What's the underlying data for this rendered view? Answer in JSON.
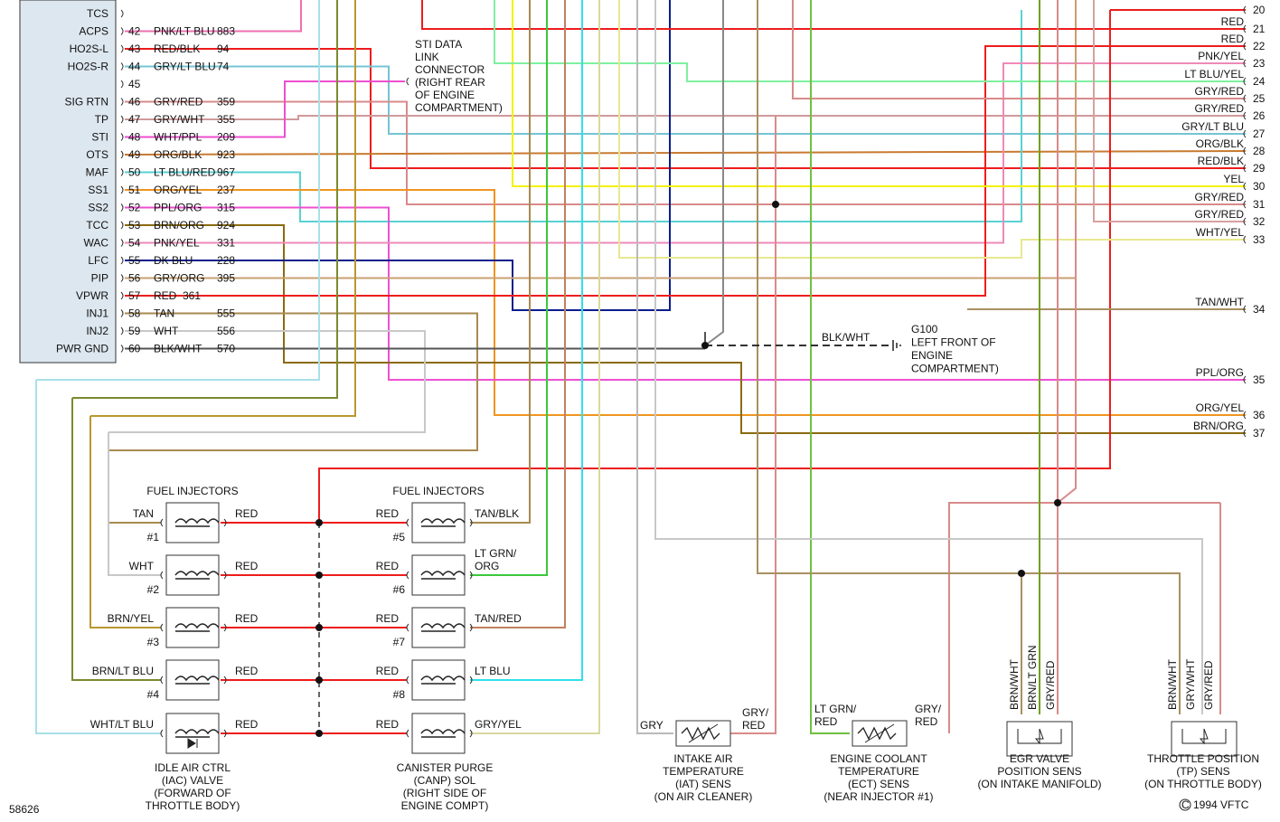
{
  "pcm_pins": [
    {
      "name": "TCS",
      "pin": "",
      "color": "",
      "circuit": ""
    },
    {
      "name": "ACPS",
      "pin": "42",
      "color": "PNK/LT BLU",
      "circuit": "883"
    },
    {
      "name": "HO2S-L",
      "pin": "43",
      "color": "RED/BLK",
      "circuit": "94"
    },
    {
      "name": "HO2S-R",
      "pin": "44",
      "color": "GRY/LT BLU",
      "circuit": "74"
    },
    {
      "name": "",
      "pin": "45",
      "color": "",
      "circuit": ""
    },
    {
      "name": "SIG RTN",
      "pin": "46",
      "color": "GRY/RED",
      "circuit": "359"
    },
    {
      "name": "TP",
      "pin": "47",
      "color": "GRY/WHT",
      "circuit": "355"
    },
    {
      "name": "STI",
      "pin": "48",
      "color": "WHT/PPL",
      "circuit": "209"
    },
    {
      "name": "OTS",
      "pin": "49",
      "color": "ORG/BLK",
      "circuit": "923"
    },
    {
      "name": "MAF",
      "pin": "50",
      "color": "LT BLU/RED",
      "circuit": "967"
    },
    {
      "name": "SS1",
      "pin": "51",
      "color": "ORG/YEL",
      "circuit": "237"
    },
    {
      "name": "SS2",
      "pin": "52",
      "color": "PPL/ORG",
      "circuit": "315"
    },
    {
      "name": "TCC",
      "pin": "53",
      "color": "BRN/ORG",
      "circuit": "924"
    },
    {
      "name": "WAC",
      "pin": "54",
      "color": "PNK/YEL",
      "circuit": "331"
    },
    {
      "name": "LFC",
      "pin": "55",
      "color": "DK BLU",
      "circuit": "228"
    },
    {
      "name": "PIP",
      "pin": "56",
      "color": "GRY/ORG",
      "circuit": "395"
    },
    {
      "name": "VPWR",
      "pin": "57",
      "color": "RED",
      "circuit": "361"
    },
    {
      "name": "INJ1",
      "pin": "58",
      "color": "TAN",
      "circuit": "555"
    },
    {
      "name": "INJ2",
      "pin": "59",
      "color": "WHT",
      "circuit": "556"
    },
    {
      "name": "PWR GND",
      "pin": "60",
      "color": "BLK/WHT",
      "circuit": "570"
    }
  ],
  "connector_pins": [
    {
      "pin": "20",
      "color": ""
    },
    {
      "pin": "21",
      "color": "RED"
    },
    {
      "pin": "22",
      "color": "RED"
    },
    {
      "pin": "23",
      "color": "PNK/YEL"
    },
    {
      "pin": "24",
      "color": "LT BLU/YEL"
    },
    {
      "pin": "25",
      "color": "GRY/RED"
    },
    {
      "pin": "26",
      "color": "GRY/RED"
    },
    {
      "pin": "27",
      "color": "GRY/LT BLU"
    },
    {
      "pin": "28",
      "color": "ORG/BLK"
    },
    {
      "pin": "29",
      "color": "RED/BLK"
    },
    {
      "pin": "30",
      "color": "YEL"
    },
    {
      "pin": "31",
      "color": "GRY/RED"
    },
    {
      "pin": "32",
      "color": "GRY/RED"
    },
    {
      "pin": "33",
      "color": "WHT/YEL"
    },
    {
      "pin": "34",
      "color": "TAN/WHT"
    },
    {
      "pin": "35",
      "color": "PPL/ORG"
    },
    {
      "pin": "36",
      "color": "ORG/YEL"
    },
    {
      "pin": "37",
      "color": "BRN/ORG"
    }
  ],
  "sti_connector": [
    "STI DATA",
    "LINK",
    "CONNECTOR",
    "(RIGHT REAR",
    "OF ENGINE",
    "COMPARTMENT)"
  ],
  "ground": {
    "wire": "BLK/WHT",
    "lines": [
      "G100",
      "LEFT FRONT OF",
      "ENGINE",
      "COMPARTMENT)"
    ]
  },
  "injectors_left": {
    "title": "FUEL INJECTORS",
    "items": [
      {
        "wire": "TAN",
        "num": "#1",
        "feed": "RED"
      },
      {
        "wire": "WHT",
        "num": "#2",
        "feed": "RED"
      },
      {
        "wire": "BRN/YEL",
        "num": "#3",
        "feed": "RED"
      },
      {
        "wire": "BRN/LT BLU",
        "num": "#4",
        "feed": "RED"
      },
      {
        "wire": "WHT/LT BLU",
        "num": "",
        "feed": "RED"
      }
    ]
  },
  "injectors_right": {
    "title": "FUEL INJECTORS",
    "items": [
      {
        "wire": "TAN/BLK",
        "num": "#5",
        "feed": "RED"
      },
      {
        "wire": "LT GRN/",
        "wire2": "ORG",
        "num": "#6",
        "feed": "RED"
      },
      {
        "wire": "TAN/RED",
        "num": "#7",
        "feed": "RED"
      },
      {
        "wire": "LT BLU",
        "num": "#8",
        "feed": "RED"
      },
      {
        "wire": "GRY/YEL",
        "num": "",
        "feed": "RED"
      }
    ]
  },
  "iac_label": [
    "IDLE AIR CTRL",
    "(IAC) VALVE",
    "(FORWARD OF",
    "THROTTLE BODY)"
  ],
  "canp_label": [
    "CANISTER PURGE",
    "(CANP) SOL",
    "(RIGHT SIDE OF",
    "ENGINE COMPT)"
  ],
  "iat": {
    "left_wire": "GRY",
    "right_wire": [
      "GRY/",
      "RED"
    ],
    "label": [
      "INTAKE AIR",
      "TEMPERATURE",
      "(IAT) SENS",
      "(ON AIR CLEANER)"
    ]
  },
  "ect": {
    "left_wire": [
      "LT GRN/",
      "RED"
    ],
    "right_wire": [
      "GRY/",
      "RED"
    ],
    "label": [
      "ENGINE COOLANT",
      "TEMPERATURE",
      "(ECT) SENS",
      "(NEAR INJECTOR #1)"
    ]
  },
  "egr": {
    "wires": [
      "BRN/WHT",
      "BRN/LT GRN",
      "GRY/RED"
    ],
    "label": [
      "EGR VALVE",
      "POSITION SENS",
      "(ON INTAKE MANIFOLD)"
    ]
  },
  "tp": {
    "wires": [
      "BRN/WHT",
      "GRY/WHT",
      "GRY/RED"
    ],
    "label": [
      "THROTTLE POSITION",
      "(TP) SENS",
      "(ON THROTTLE BODY)"
    ]
  },
  "figure_id": "58626",
  "copyright": "1994 VFTC",
  "wire_colors": {
    "red": "#ee1c1c",
    "yellow": "#f2f200",
    "pink": "#ee4fd0",
    "orange": "#ef9520",
    "tan": "#a88a50",
    "brown": "#8a6a10",
    "gray": "#b9b9b9",
    "grayred": "#d98a8a",
    "ltblue": "#30e0ec",
    "navy": "#0a1e8c",
    "green": "#3cc83c",
    "dkgray": "#555555",
    "teal": "#5ad2d2",
    "wht": "#c8c8c8"
  }
}
